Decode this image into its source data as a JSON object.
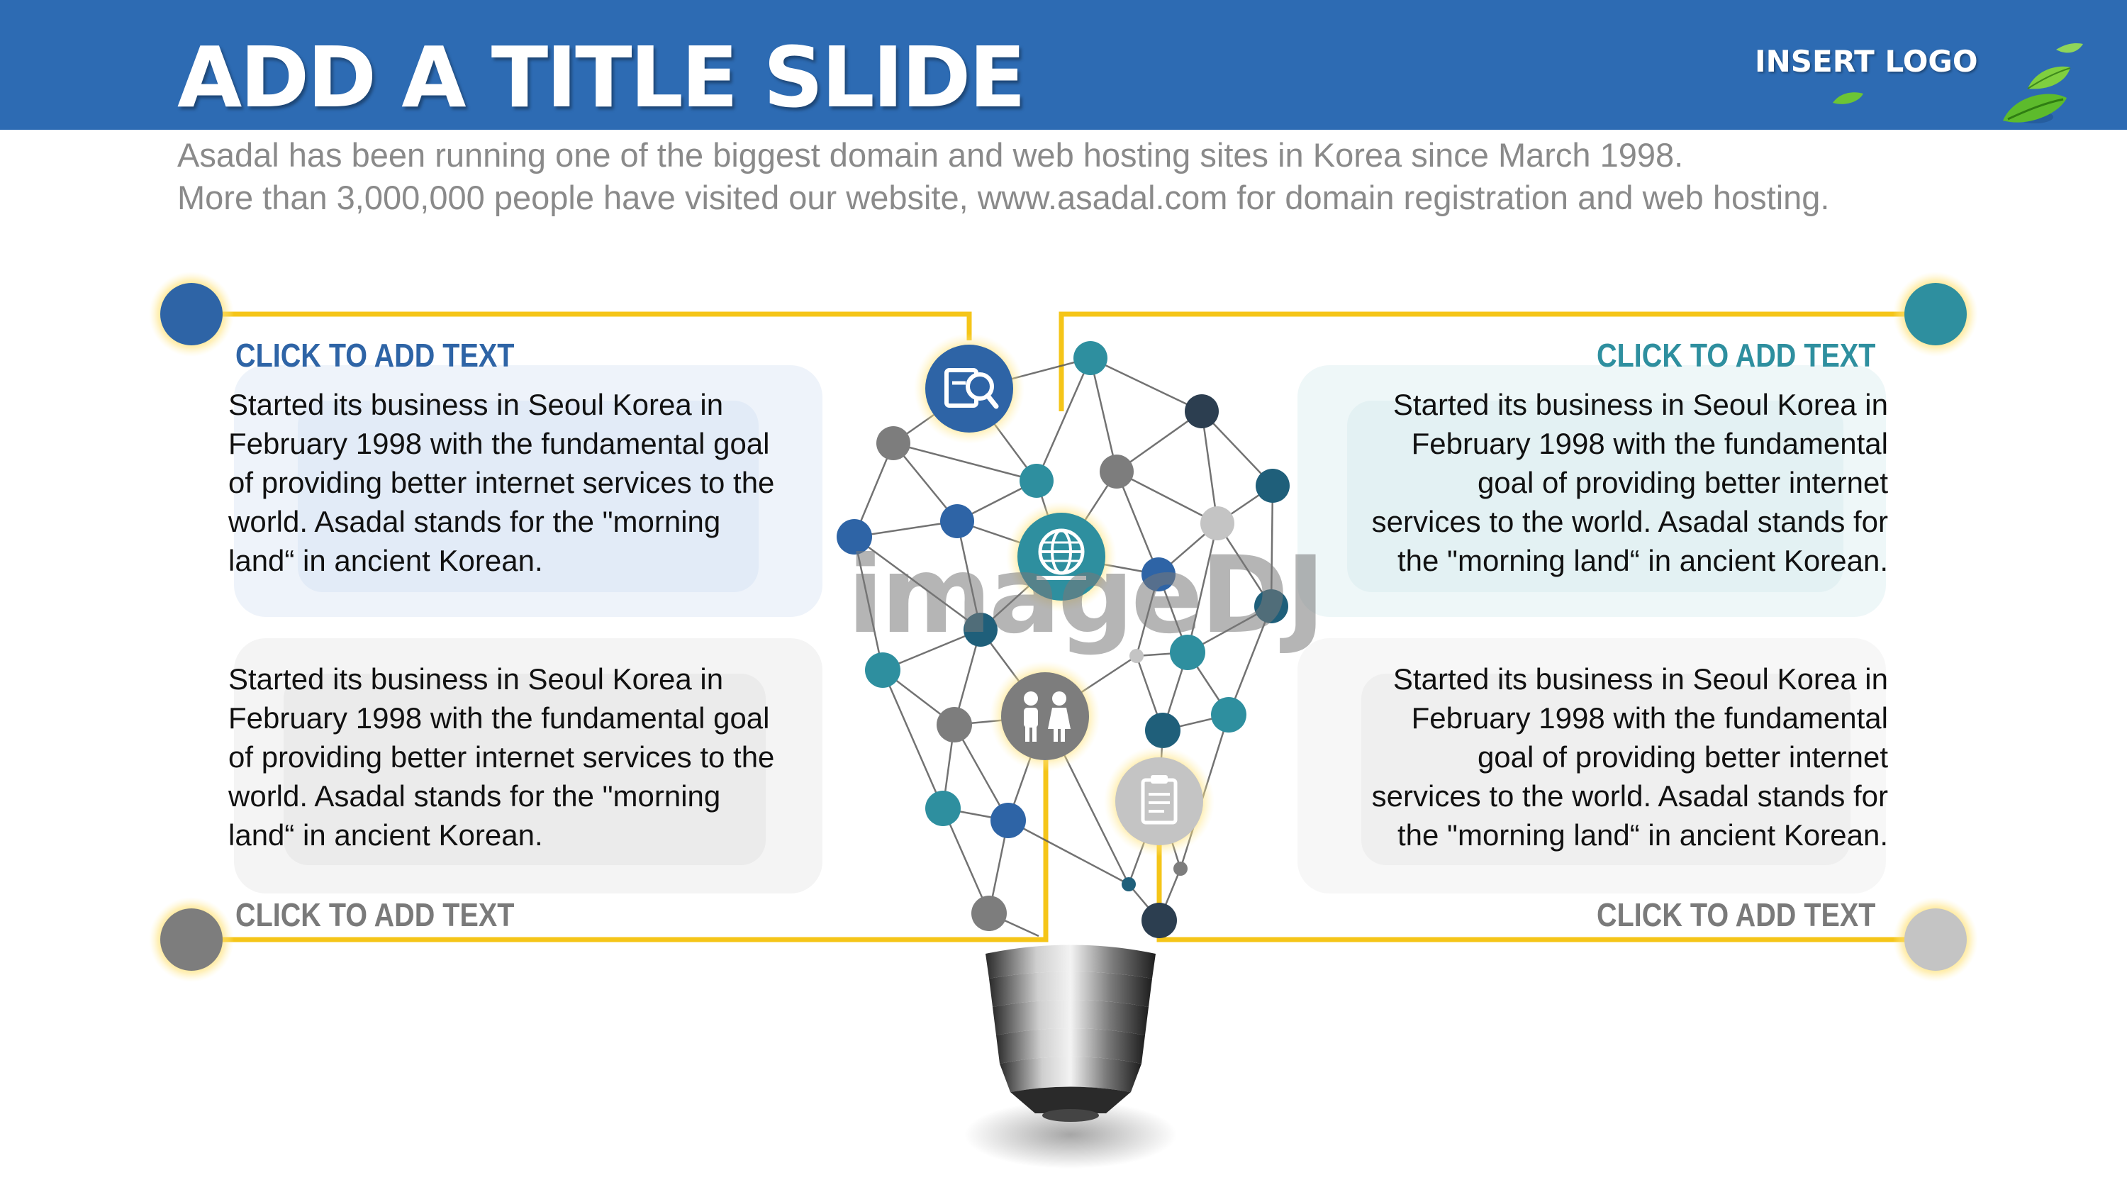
{
  "header": {
    "title": "ADD A TITLE SLIDE",
    "logo_text": "INSERT LOGO"
  },
  "subtitle": {
    "line1": "Asadal has been running one of the biggest domain and web hosting sites in Korea since March 1998.",
    "line2": "More than 3,000,000 people have visited our website,  www.asadal.com for domain registration and web hosting."
  },
  "sections": {
    "top_left": {
      "heading": "CLICK TO ADD TEXT",
      "body_lines": [
        "Started its business in Seoul Korea  in",
        "February 1998 with the fundamental goal",
        "of providing better internet services to the",
        "world. Asadal stands for the \"morning",
        "land“ in ancient Korean."
      ]
    },
    "top_right": {
      "heading": "CLICK TO ADD TEXT",
      "body_lines": [
        "Started its business in Seoul Korea  in",
        "February 1998 with the fundamental",
        "goal of providing better internet",
        "services to the world. Asadal stands for",
        "the \"morning land“ in ancient Korean."
      ]
    },
    "bottom_left": {
      "heading": "CLICK TO ADD TEXT",
      "body_lines": [
        "Started its business in Seoul Korea  in",
        "February 1998 with the fundamental goal",
        "of providing better internet services to the",
        "world. Asadal stands for the \"morning",
        "land“ in ancient Korean."
      ]
    },
    "bottom_right": {
      "heading": "CLICK TO ADD TEXT",
      "body_lines": [
        "Started its business in Seoul Korea  in",
        "February 1998 with the fundamental",
        "goal of providing better internet",
        "services to the world. Asadal stands for",
        "the \"morning land“ in ancient Korean."
      ]
    }
  },
  "watermark": "imageDJ",
  "icons": [
    "search-icon",
    "globe-icon",
    "people-icon",
    "clipboard-icon",
    "leaf-icon",
    "light-bulb-icon"
  ],
  "colors": {
    "header_blue": "#2d6bb3",
    "connector_yellow": "#f5c518",
    "blue": "#2e64a6",
    "teal": "#2e8f9f",
    "gray": "#7a7a7a",
    "light_gray": "#c4c4c4"
  }
}
